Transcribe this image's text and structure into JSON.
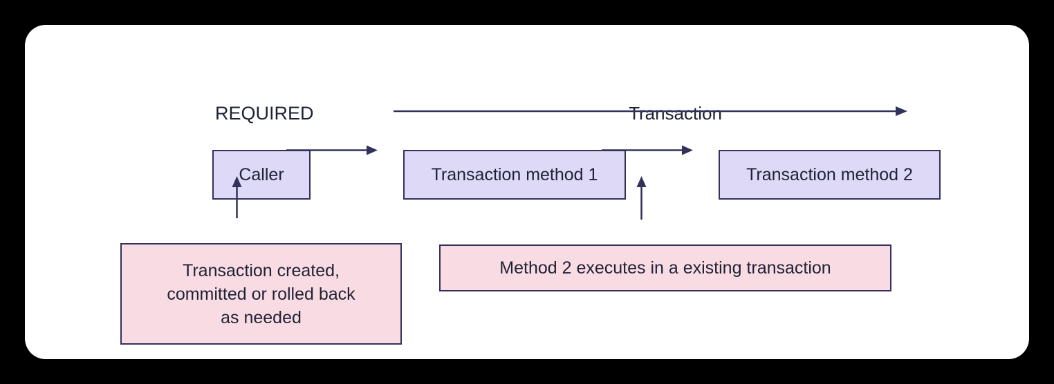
{
  "diagram": {
    "title": "REQUIRED",
    "transaction_scope_label": "Transaction",
    "nodes": {
      "caller": "Caller",
      "method1": "Transaction method 1",
      "method2": "Transaction method 2"
    },
    "notes": {
      "caller_note_lines": [
        "Transaction created,",
        "committed or rolled back",
        "as needed"
      ],
      "method2_note": "Method 2 executes in a existing transaction"
    }
  },
  "colors": {
    "canvas_bg": "#000000",
    "card_bg": "#ffffff",
    "node_fill": "#ded9f6",
    "note_fill": "#f9dbe3",
    "stroke": "#32315a",
    "text": "#1e2235"
  }
}
